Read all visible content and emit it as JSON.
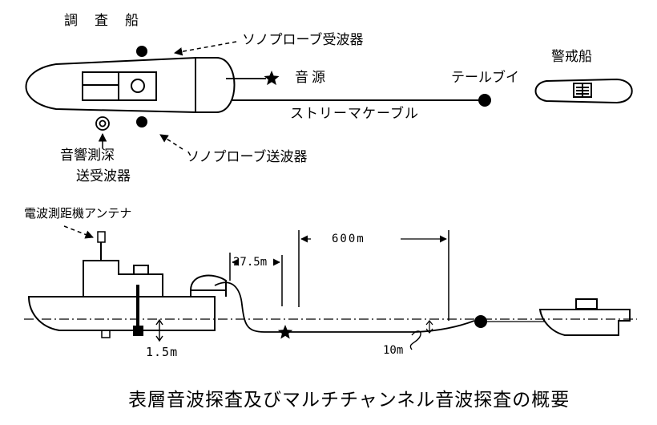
{
  "plan_view": {
    "survey_ship": "調　査　船",
    "sonoprobe_receiver": "ソノプローブ受波器",
    "sound_source": "音源",
    "tail_buoy": "テールブイ",
    "guard_ship": "警戒船",
    "streamer_cable": "ストリーマケーブル",
    "echo_sounder_line1": "音響測深",
    "echo_sounder_line2": "送受波器",
    "sonoprobe_transmitter": "ソノプローブ送波器"
  },
  "side_view": {
    "radio_antenna": "電波測距機アンテナ",
    "dist_27_5": "27.5m",
    "dist_600": "600m",
    "depth_10": "10m",
    "depth_1_5": "1.5m"
  },
  "caption": "表層音波探査及びマルチチャンネル音波探査の概要"
}
